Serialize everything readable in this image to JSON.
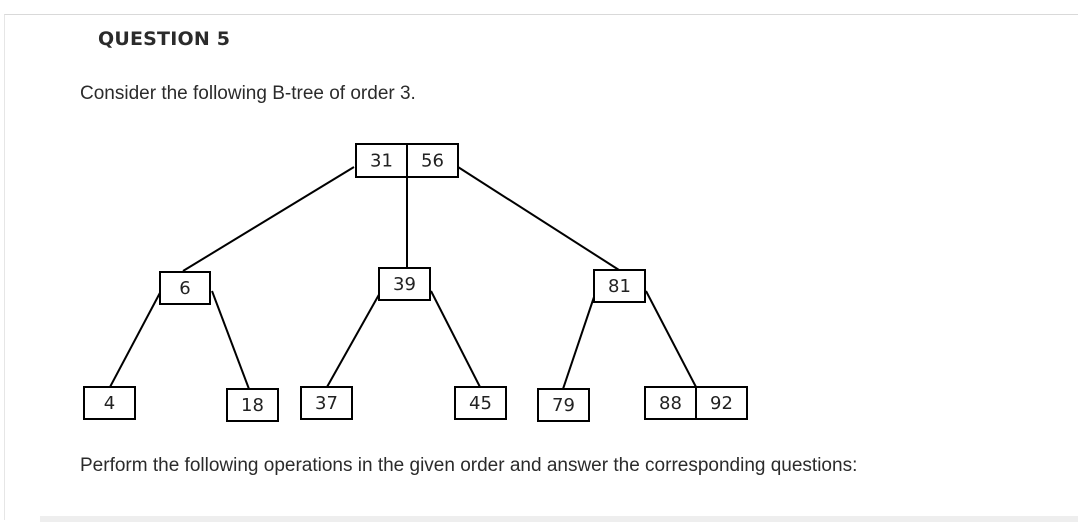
{
  "question": {
    "title": "QUESTION 5",
    "intro": "Consider the following B-tree of order 3.",
    "instructions": "Perform the following operations in the given order and answer the corresponding questions:"
  },
  "tree": {
    "nodes": [
      {
        "id": "root",
        "keys": [
          "31",
          "56"
        ]
      },
      {
        "id": "n6",
        "keys": [
          "6"
        ]
      },
      {
        "id": "n39",
        "keys": [
          "39"
        ]
      },
      {
        "id": "n81",
        "keys": [
          "81"
        ]
      },
      {
        "id": "n4",
        "keys": [
          "4"
        ]
      },
      {
        "id": "n18",
        "keys": [
          "18"
        ]
      },
      {
        "id": "n37",
        "keys": [
          "37"
        ]
      },
      {
        "id": "n45",
        "keys": [
          "45"
        ]
      },
      {
        "id": "n79",
        "keys": [
          "79"
        ]
      },
      {
        "id": "n8892",
        "keys": [
          "88",
          "92"
        ]
      }
    ],
    "edges": [
      [
        "root",
        "n6"
      ],
      [
        "root",
        "n39"
      ],
      [
        "root",
        "n81"
      ],
      [
        "n6",
        "n4"
      ],
      [
        "n6",
        "n18"
      ],
      [
        "n39",
        "n37"
      ],
      [
        "n39",
        "n45"
      ],
      [
        "n81",
        "n79"
      ],
      [
        "n81",
        "n8892"
      ]
    ]
  }
}
